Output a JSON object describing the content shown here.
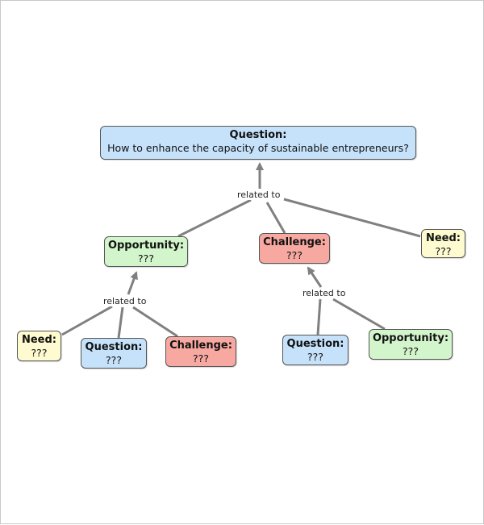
{
  "colors": {
    "question": "#c6e2fb",
    "opportunity": "#d3f5cb",
    "challenge": "#f7a8a0",
    "need": "#fdfbcf",
    "connector": "#808080"
  },
  "root": {
    "type": "Question:",
    "text": "How to enhance the capacity of sustainable entrepreneurs?"
  },
  "link_labels": {
    "top": "related to",
    "left": "related to",
    "right": "related to"
  },
  "level1": {
    "opportunity": {
      "type": "Opportunity:",
      "text": "???"
    },
    "challenge": {
      "type": "Challenge:",
      "text": "???"
    },
    "need": {
      "type": "Need:",
      "text": "???"
    }
  },
  "opportunity_children": {
    "need": {
      "type": "Need:",
      "text": "???"
    },
    "question": {
      "type": "Question:",
      "text": "???"
    },
    "challenge": {
      "type": "Challenge:",
      "text": "???"
    }
  },
  "challenge_children": {
    "question": {
      "type": "Question:",
      "text": "???"
    },
    "opportunity": {
      "type": "Opportunity:",
      "text": "???"
    }
  }
}
